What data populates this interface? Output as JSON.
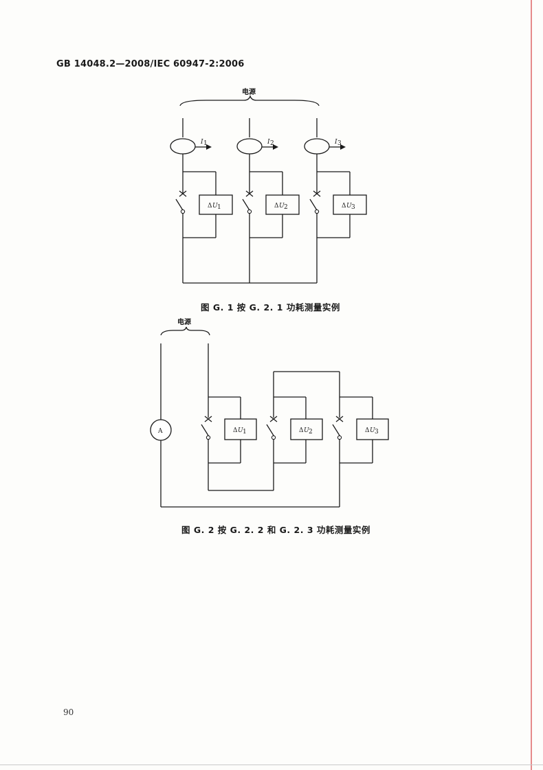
{
  "header": {
    "standard": "GB 14048.2—2008/IEC 60947-2:2006"
  },
  "figure1": {
    "supply_label": "电源",
    "current_labels": [
      {
        "sym": "I",
        "sub": "1"
      },
      {
        "sym": "I",
        "sub": "2"
      },
      {
        "sym": "I",
        "sub": "3"
      }
    ],
    "voltage_labels": [
      {
        "prefix": "Δ",
        "sym": "U",
        "sub": "1"
      },
      {
        "prefix": "Δ",
        "sym": "U",
        "sub": "2"
      },
      {
        "prefix": "Δ",
        "sym": "U",
        "sub": "3"
      }
    ],
    "caption": "图 G. 1   按 G. 2. 1 功耗测量实例"
  },
  "figure2": {
    "supply_label": "电源",
    "ammeter_label": "A",
    "voltage_labels": [
      {
        "prefix": "Δ",
        "sym": "U",
        "sub": "1"
      },
      {
        "prefix": "Δ",
        "sym": "U",
        "sub": "2"
      },
      {
        "prefix": "Δ",
        "sym": "U",
        "sub": "3"
      }
    ],
    "caption": "图 G. 2   按 G. 2. 2 和 G. 2. 3 功耗测量实例"
  },
  "footer": {
    "page_number": "90"
  }
}
